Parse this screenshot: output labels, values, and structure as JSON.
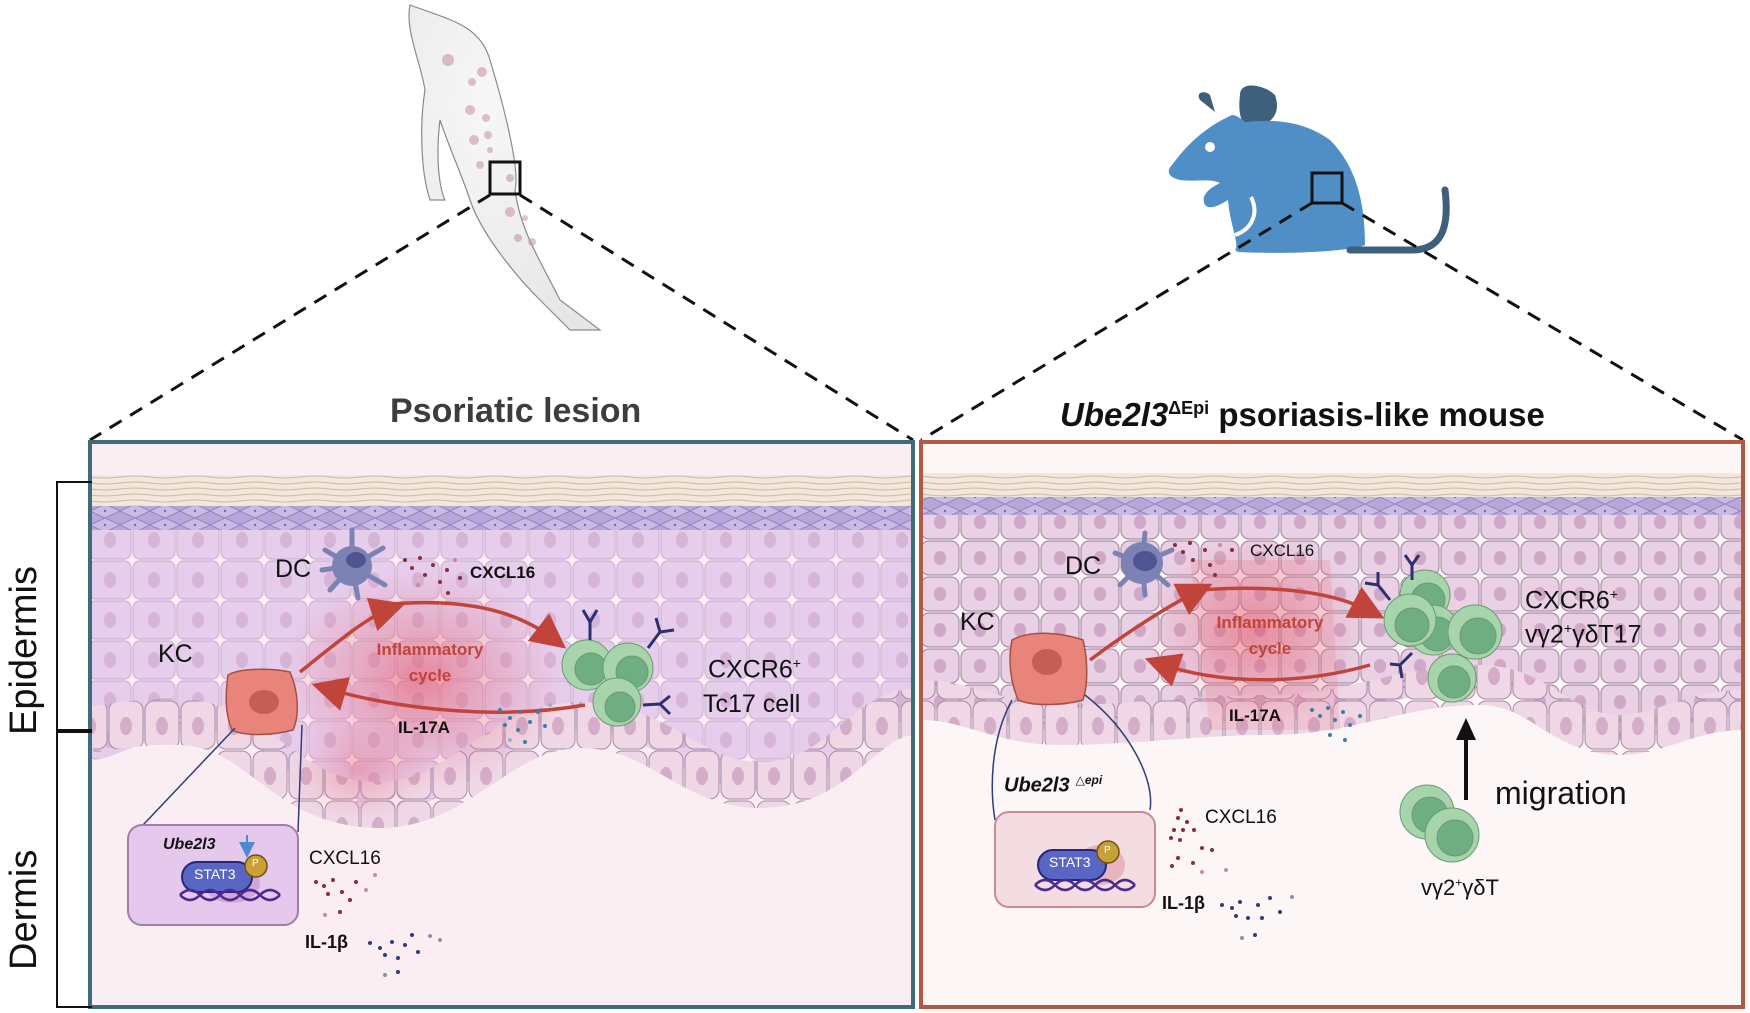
{
  "figure": {
    "left_panel": {
      "title": "Psoriatic lesion",
      "source_organism": "human arm",
      "labels": {
        "dc": "DC",
        "kc": "KC",
        "cxcl16_top": "CXCL16",
        "cycle_line1": "Inflammatory",
        "cycle_line2": "cycle",
        "il17a": "IL-17A",
        "cell_line1": "CXCR6",
        "cell_line1_sup": "+",
        "cell_line2": "Tc17 cell",
        "gene": "Ube2l3",
        "stat3": "STAT3",
        "phospho": "P",
        "cxcl16_bottom": "CXCL16",
        "il1b": "IL-1β"
      },
      "colors": {
        "border": "#3f6b7a",
        "epidermis": "#ead4ee",
        "dermis": "#fbeef3"
      }
    },
    "right_panel": {
      "title_gene": "Ube2l3",
      "title_sup": "ΔEpi",
      "title_rest": " psoriasis-like mouse",
      "source_organism": "mouse",
      "labels": {
        "dc": "DC",
        "kc": "KC",
        "cxcl16_top": "CXCL16",
        "cycle_line1": "Inflammatory",
        "cycle_line2": "cycle",
        "il17a": "IL-17A",
        "cell_line1": "CXCR6",
        "cell_line1_sup": "+",
        "cell_line2_a": "vγ2",
        "cell_line2_sup": "+",
        "cell_line2_b": "γδT17",
        "gene": "Ube2l3",
        "gene_sup": "△epi",
        "stat3": "STAT3",
        "phospho": "P",
        "cxcl16_bottom": "CXCL16",
        "il1b": "IL-1β",
        "migration": "migration",
        "migrating_a": "vγ2",
        "migrating_sup": "+",
        "migrating_b": "γδT"
      },
      "colors": {
        "border": "#b05a45",
        "epidermis": "#ecd3e6",
        "dermis": "#fcf7f6"
      }
    },
    "side_labels": {
      "epidermis": "Epidermis",
      "dermis": "Dermis"
    },
    "colors": {
      "arrow": "#c0443a",
      "t_cell_outer": "#a8d4ac",
      "t_cell_inner": "#6fae82",
      "kc_cell": "#e88479",
      "dc_cell": "#7c83b4",
      "stat3": "#5a66c4",
      "phospho": "#c9a035",
      "mouse": "#4f8fc6",
      "mouse_dark": "#3e607d"
    }
  }
}
